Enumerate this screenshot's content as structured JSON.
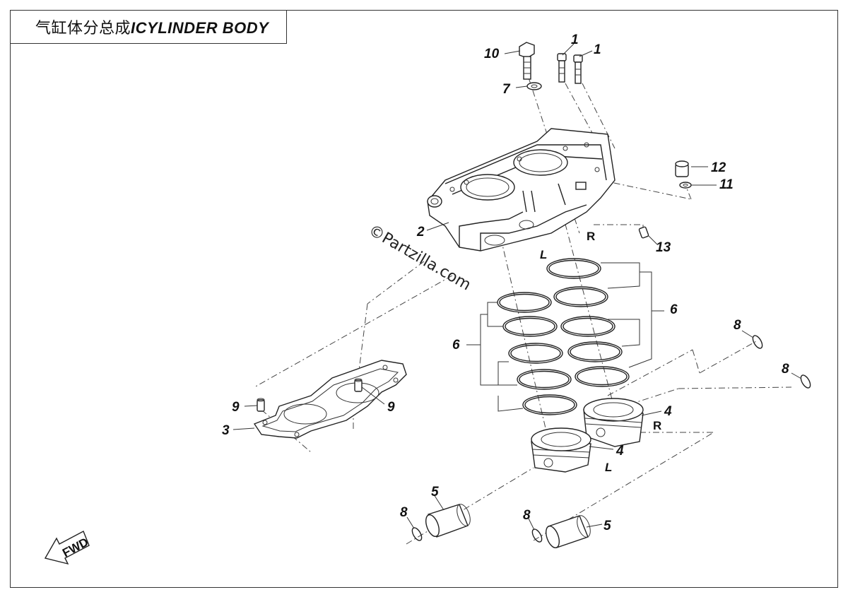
{
  "title": {
    "chinese": "气缸体分总成",
    "english": "CYLINDER BODY",
    "separator": "I"
  },
  "watermark": "©Partzilla.com",
  "direction_label": "FWD",
  "side_labels": {
    "left": "L",
    "right": "R"
  },
  "callouts": {
    "c1a": "1",
    "c1b": "1",
    "c2": "2",
    "c3": "3",
    "c4a": "4",
    "c4b": "4",
    "c5a": "5",
    "c5b": "5",
    "c6a": "6",
    "c6b": "6",
    "c7": "7",
    "c8a": "8",
    "c8b": "8",
    "c8c": "8",
    "c8d": "8",
    "c9a": "9",
    "c9b": "9",
    "c10": "10",
    "c11": "11",
    "c12": "12",
    "c13": "13"
  }
}
